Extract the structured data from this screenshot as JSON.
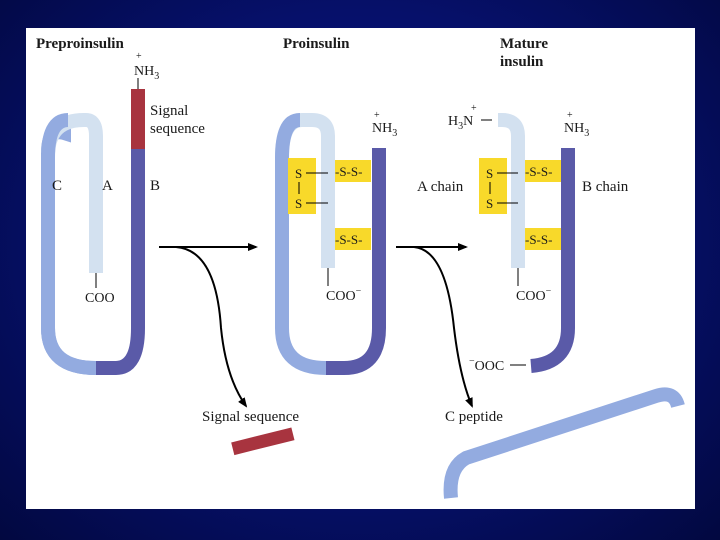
{
  "titles": {
    "preproinsulin": "Preproinsulin",
    "proinsulin": "Proinsulin",
    "mature_line1": "Mature",
    "mature_line2": "insulin"
  },
  "chem": {
    "nh3_n": "NH",
    "nh3_sub": "3",
    "plus": "+",
    "h3n_h": "H",
    "h3n_sub": "3",
    "h3n_n": "N",
    "coo": "COO",
    "minus": "−",
    "ooc": "OOC"
  },
  "labels": {
    "signal_line1": "Signal",
    "signal_line2": "sequence",
    "c": "C",
    "a": "A",
    "b": "B",
    "a_chain": "A chain",
    "b_chain": "B chain",
    "signal_sequence": "Signal sequence",
    "c_peptide": "C peptide"
  },
  "disulfide": {
    "s": "S",
    "ss": "-S-S-"
  },
  "colors": {
    "background": "#06106a",
    "panel": "#ffffff",
    "chain_a": "#d3e1f0",
    "chain_b": "#5a5aa8",
    "loop_c": "#93abe0",
    "signal": "#a8343f",
    "disulfide_box": "#f8d92a"
  }
}
